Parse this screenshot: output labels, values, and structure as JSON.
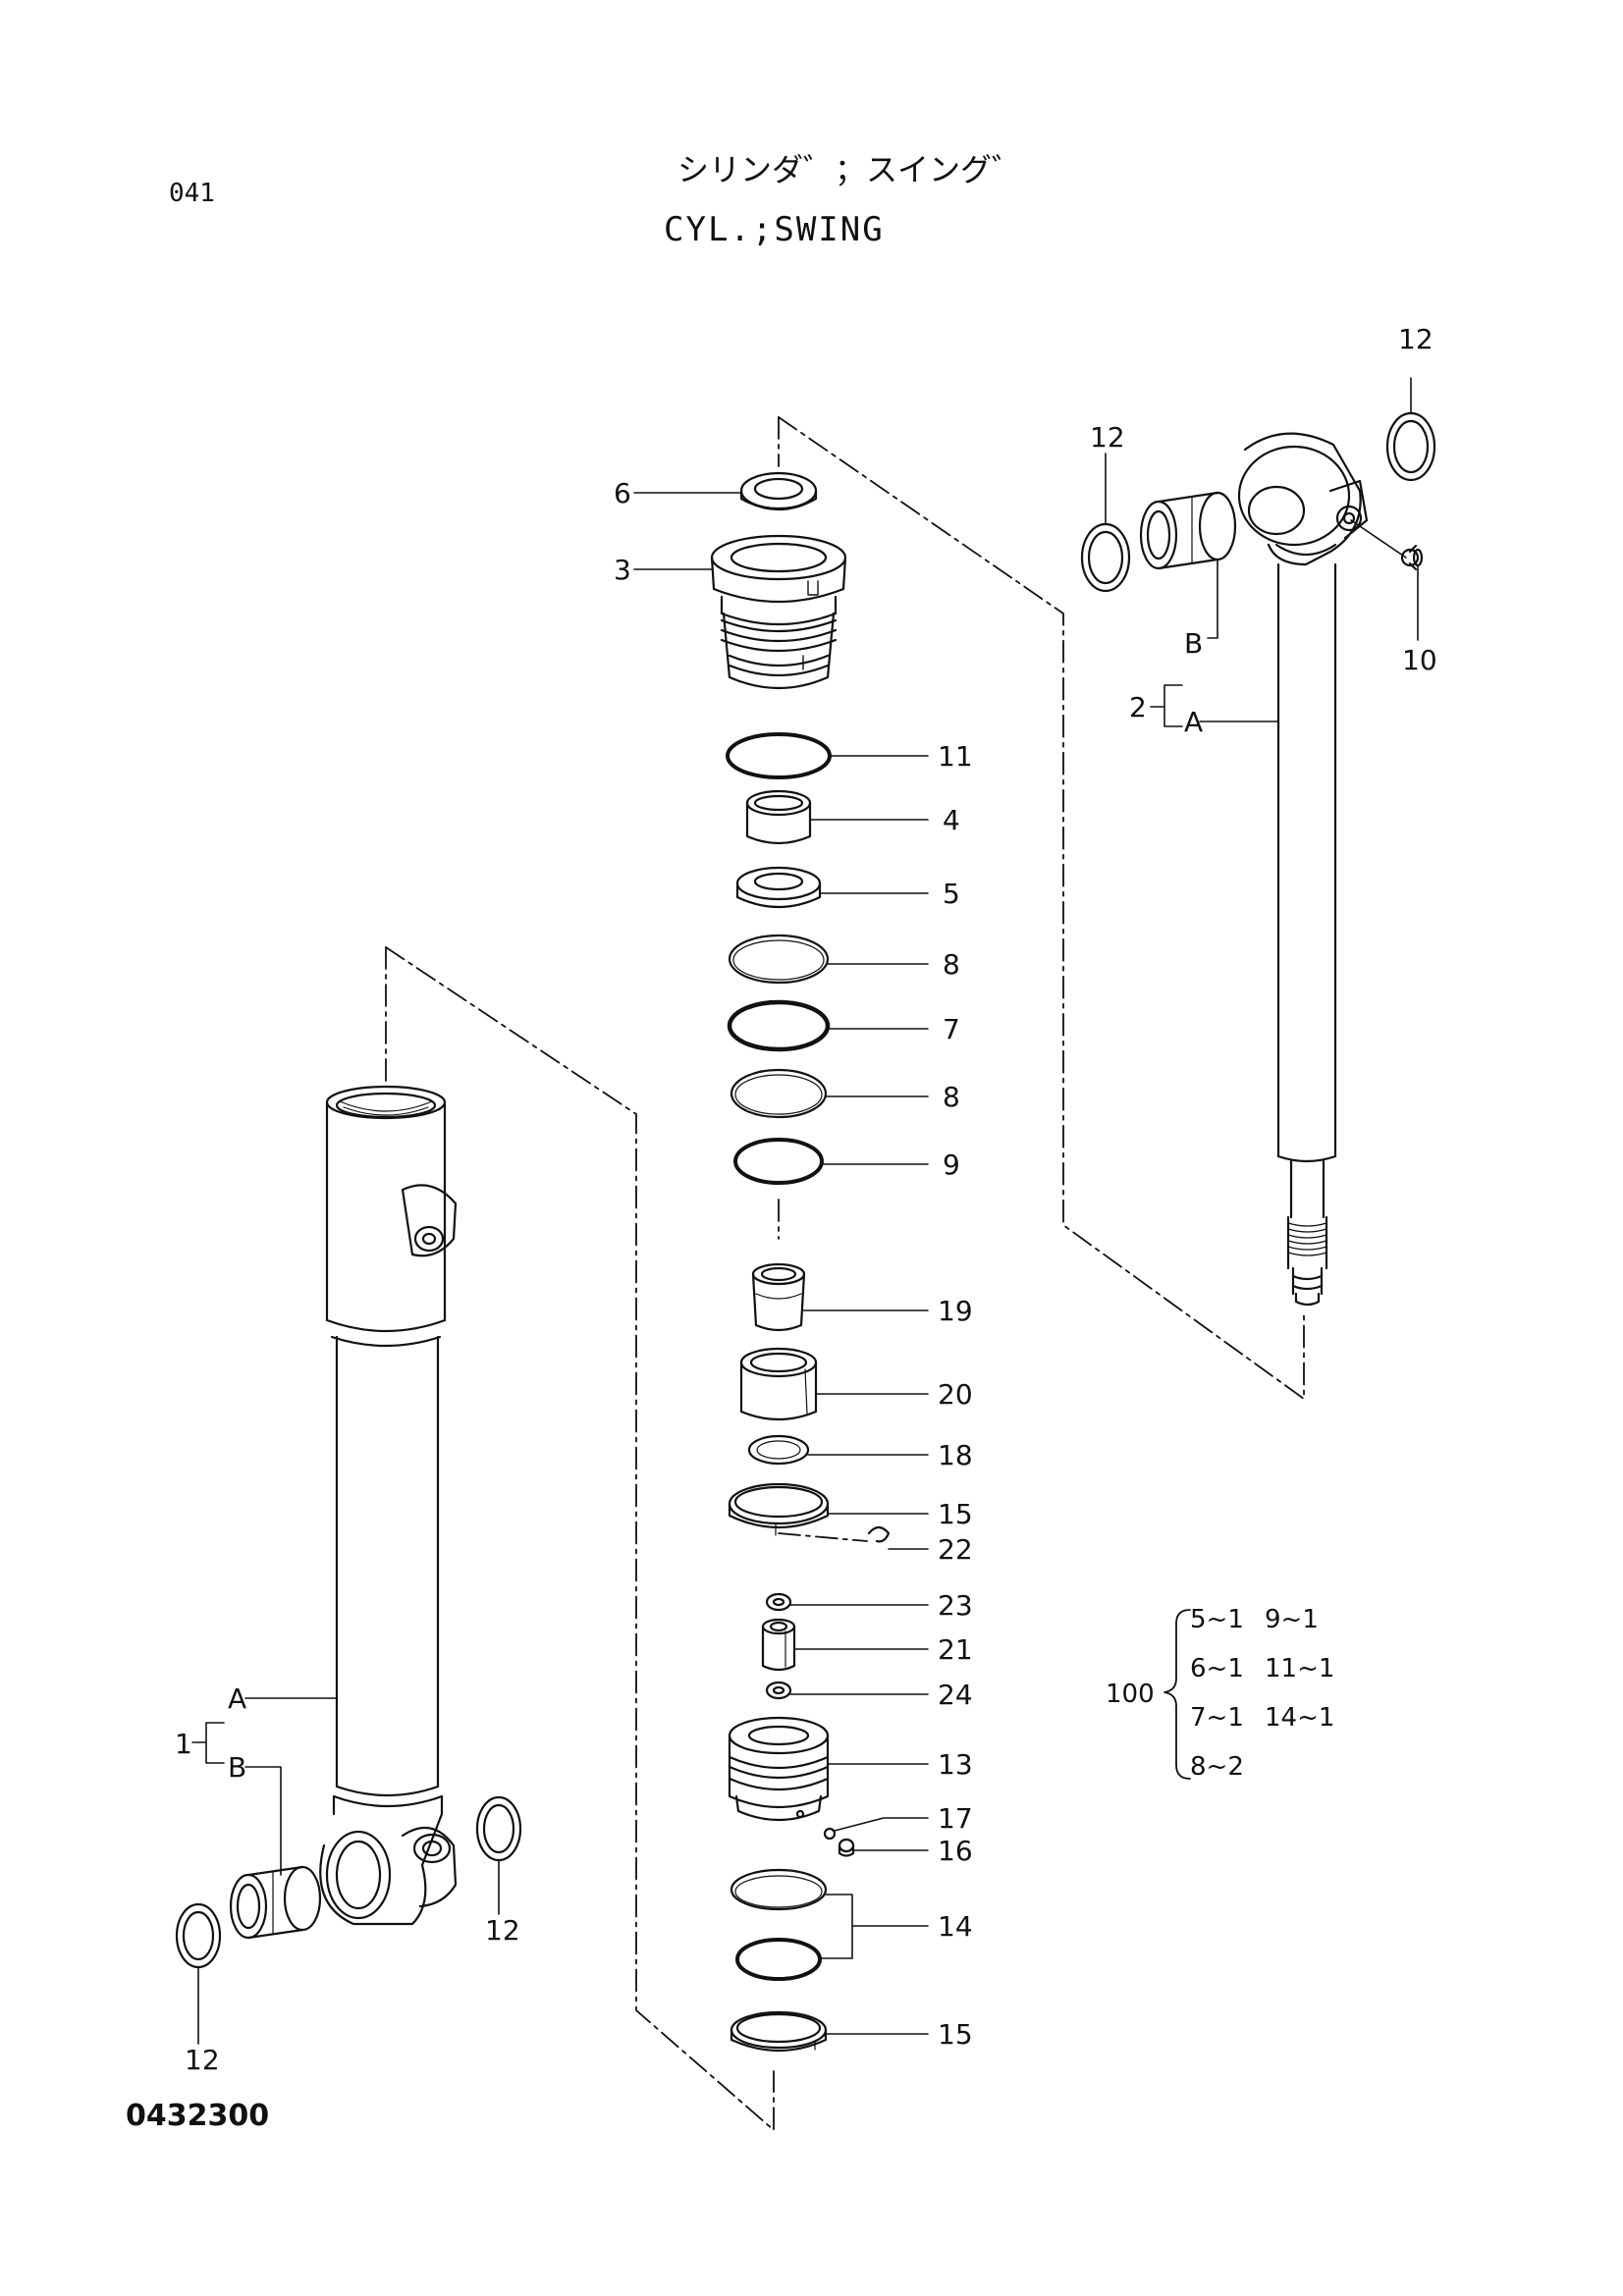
{
  "header": {
    "page_number": "041",
    "title_jp": "シリンダ゛；スイング゛",
    "title_en": "CYL.;SWING"
  },
  "footer": {
    "doc_code": "0432300"
  },
  "callouts": {
    "c1": "1",
    "c1A": "A",
    "c1B": "B",
    "c2": "2",
    "c2A": "A",
    "c2B": "B",
    "c3": "3",
    "c4": "4",
    "c5": "5",
    "c6": "6",
    "c7": "7",
    "c8a": "8",
    "c8b": "8",
    "c9": "9",
    "c10": "10",
    "c11": "11",
    "c12tr": "12",
    "c12tl": "12",
    "c12bl": "12",
    "c12br": "12",
    "c13": "13",
    "c14": "14",
    "c15a": "15",
    "c15b": "15",
    "c16": "16",
    "c17": "17",
    "c18": "18",
    "c19": "19",
    "c20": "20",
    "c21": "21",
    "c22": "22",
    "c23": "23",
    "c24": "24"
  },
  "kit": {
    "label": "100",
    "items": [
      "5~1",
      "9~1",
      "6~1",
      "11~1",
      "7~1",
      "14~1",
      "8~2"
    ]
  }
}
